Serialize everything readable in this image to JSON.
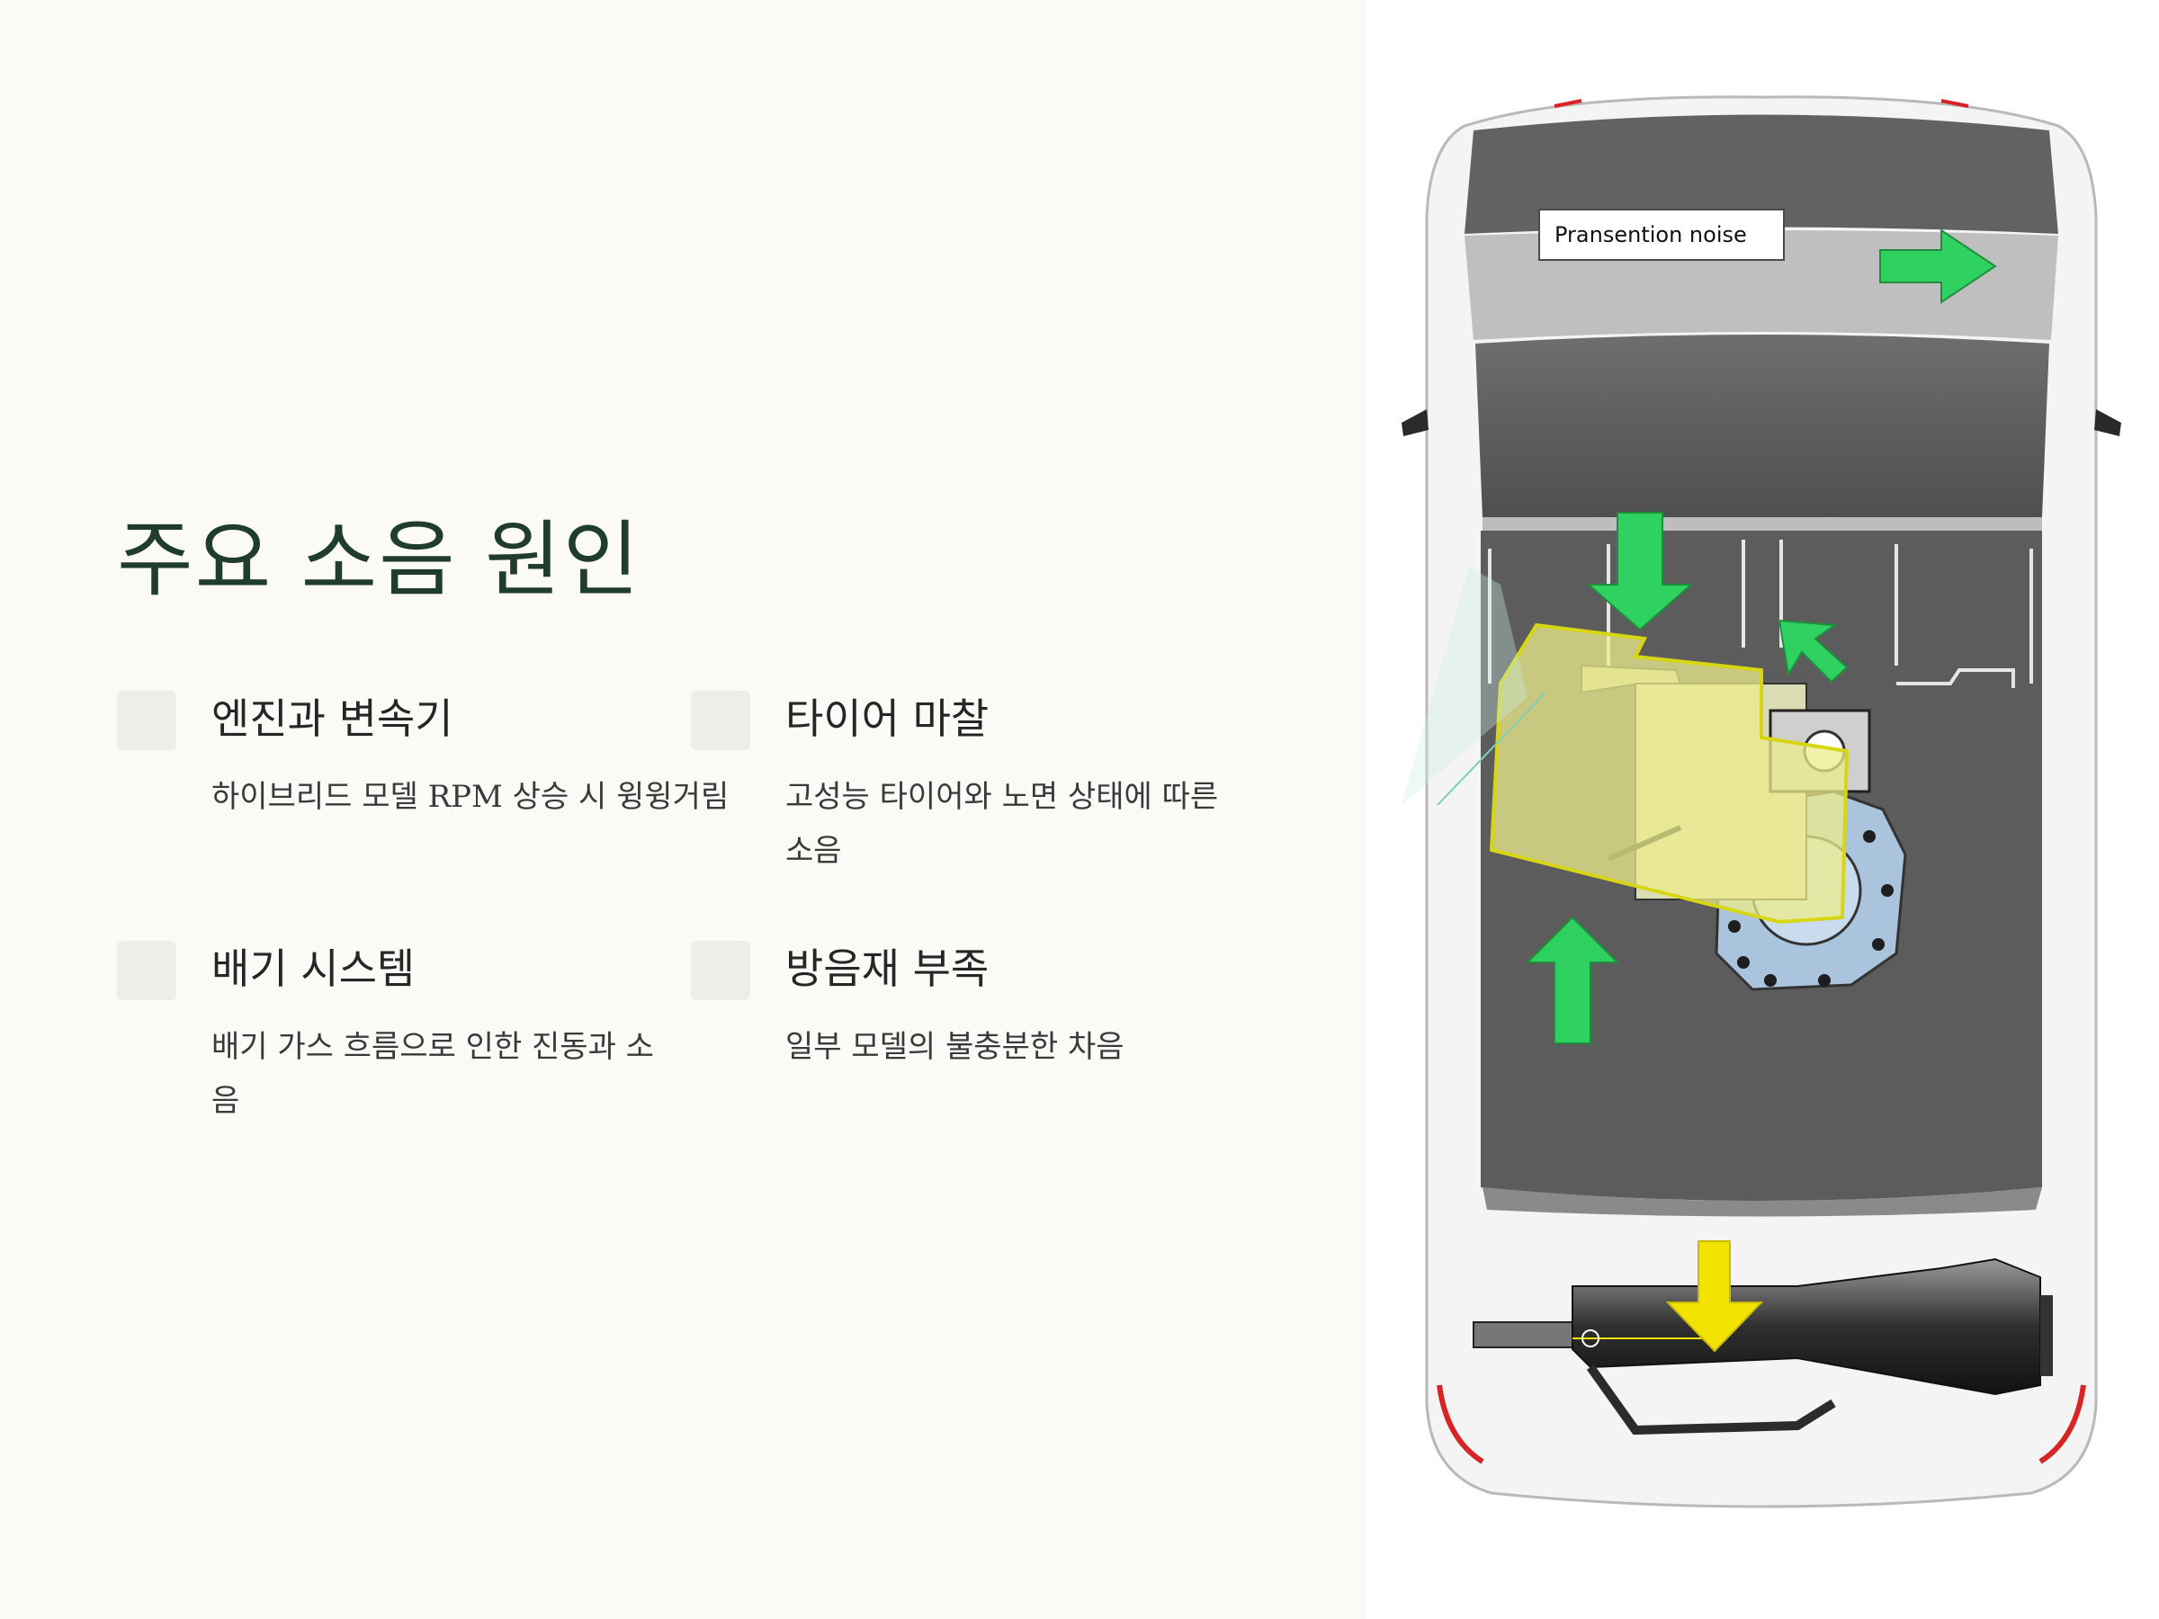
{
  "title": "주요 소음 원인",
  "items": [
    {
      "heading": "엔진과 변속기",
      "description": "하이브리드 모델 RPM 상승 시 윙윙거림"
    },
    {
      "heading": "타이어 마찰",
      "description": "고성능 타이어와 노면 상태에 따른 소음"
    },
    {
      "heading": "배기 시스템",
      "description": "배기 가스 흐름으로 인한 진동과 소음"
    },
    {
      "heading": "방음재 부족",
      "description": "일부 모델의 불충분한 차음"
    }
  ],
  "illustration": {
    "label": "Pransention noise",
    "colors": {
      "arrow_green": "#2fd160",
      "arrow_yellow": "#f2e400",
      "engine_overlay": "#ecec8c"
    }
  }
}
